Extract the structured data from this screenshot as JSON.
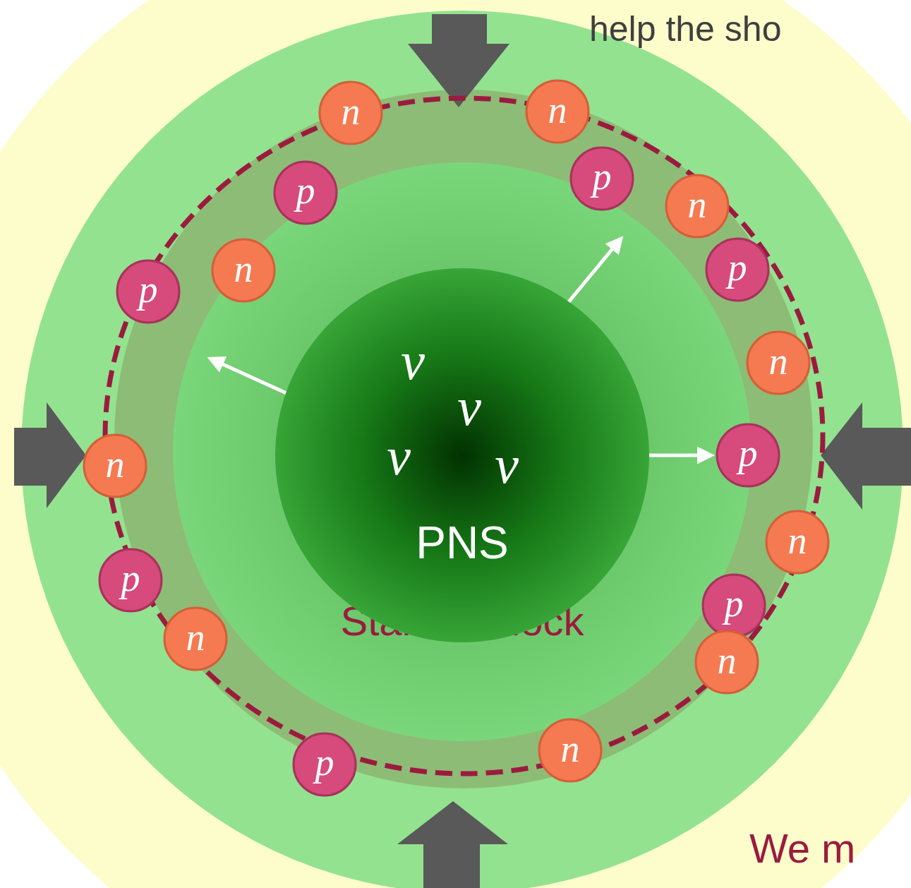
{
  "diagram": {
    "nodes": [
      {
        "text": [
          "Stalled shock"
        ]
      },
      {
        "text": [
          "ν",
          "ν",
          "ν",
          "ν",
          "PNS"
        ],
        "in": 0
      },
      {
        "text": [
          "n"
        ],
        "in": 0
      },
      {
        "text": [
          "n"
        ],
        "in": 0
      },
      {
        "text": [
          "p"
        ],
        "in": 0
      },
      {
        "text": [
          "p"
        ],
        "in": 0
      },
      {
        "text": [
          "n"
        ],
        "in": 0
      },
      {
        "text": [
          "n"
        ],
        "in": 0
      },
      {
        "text": [
          "p"
        ],
        "in": 0
      },
      {
        "text": [
          "p"
        ],
        "in": 0
      },
      {
        "text": [
          "n"
        ],
        "in": 0
      },
      {
        "text": [
          "p"
        ],
        "in": 0
      },
      {
        "text": [
          "n"
        ],
        "in": 0
      },
      {
        "text": [
          "n"
        ],
        "in": 0
      },
      {
        "text": [
          "p"
        ],
        "in": 0
      },
      {
        "text": [
          "p"
        ],
        "in": 0
      },
      {
        "text": [
          "n"
        ],
        "in": 0
      },
      {
        "text": [
          "n"
        ],
        "in": 0
      },
      {
        "text": [
          "n"
        ],
        "in": 0
      },
      {
        "text": [
          "p"
        ],
        "in": 0
      }
    ],
    "edges": [
      {
        "from": 1,
        "to": 11,
        "arrow": "to"
      }
    ],
    "labels": [
      "help the sho",
      "We m"
    ]
  }
}
